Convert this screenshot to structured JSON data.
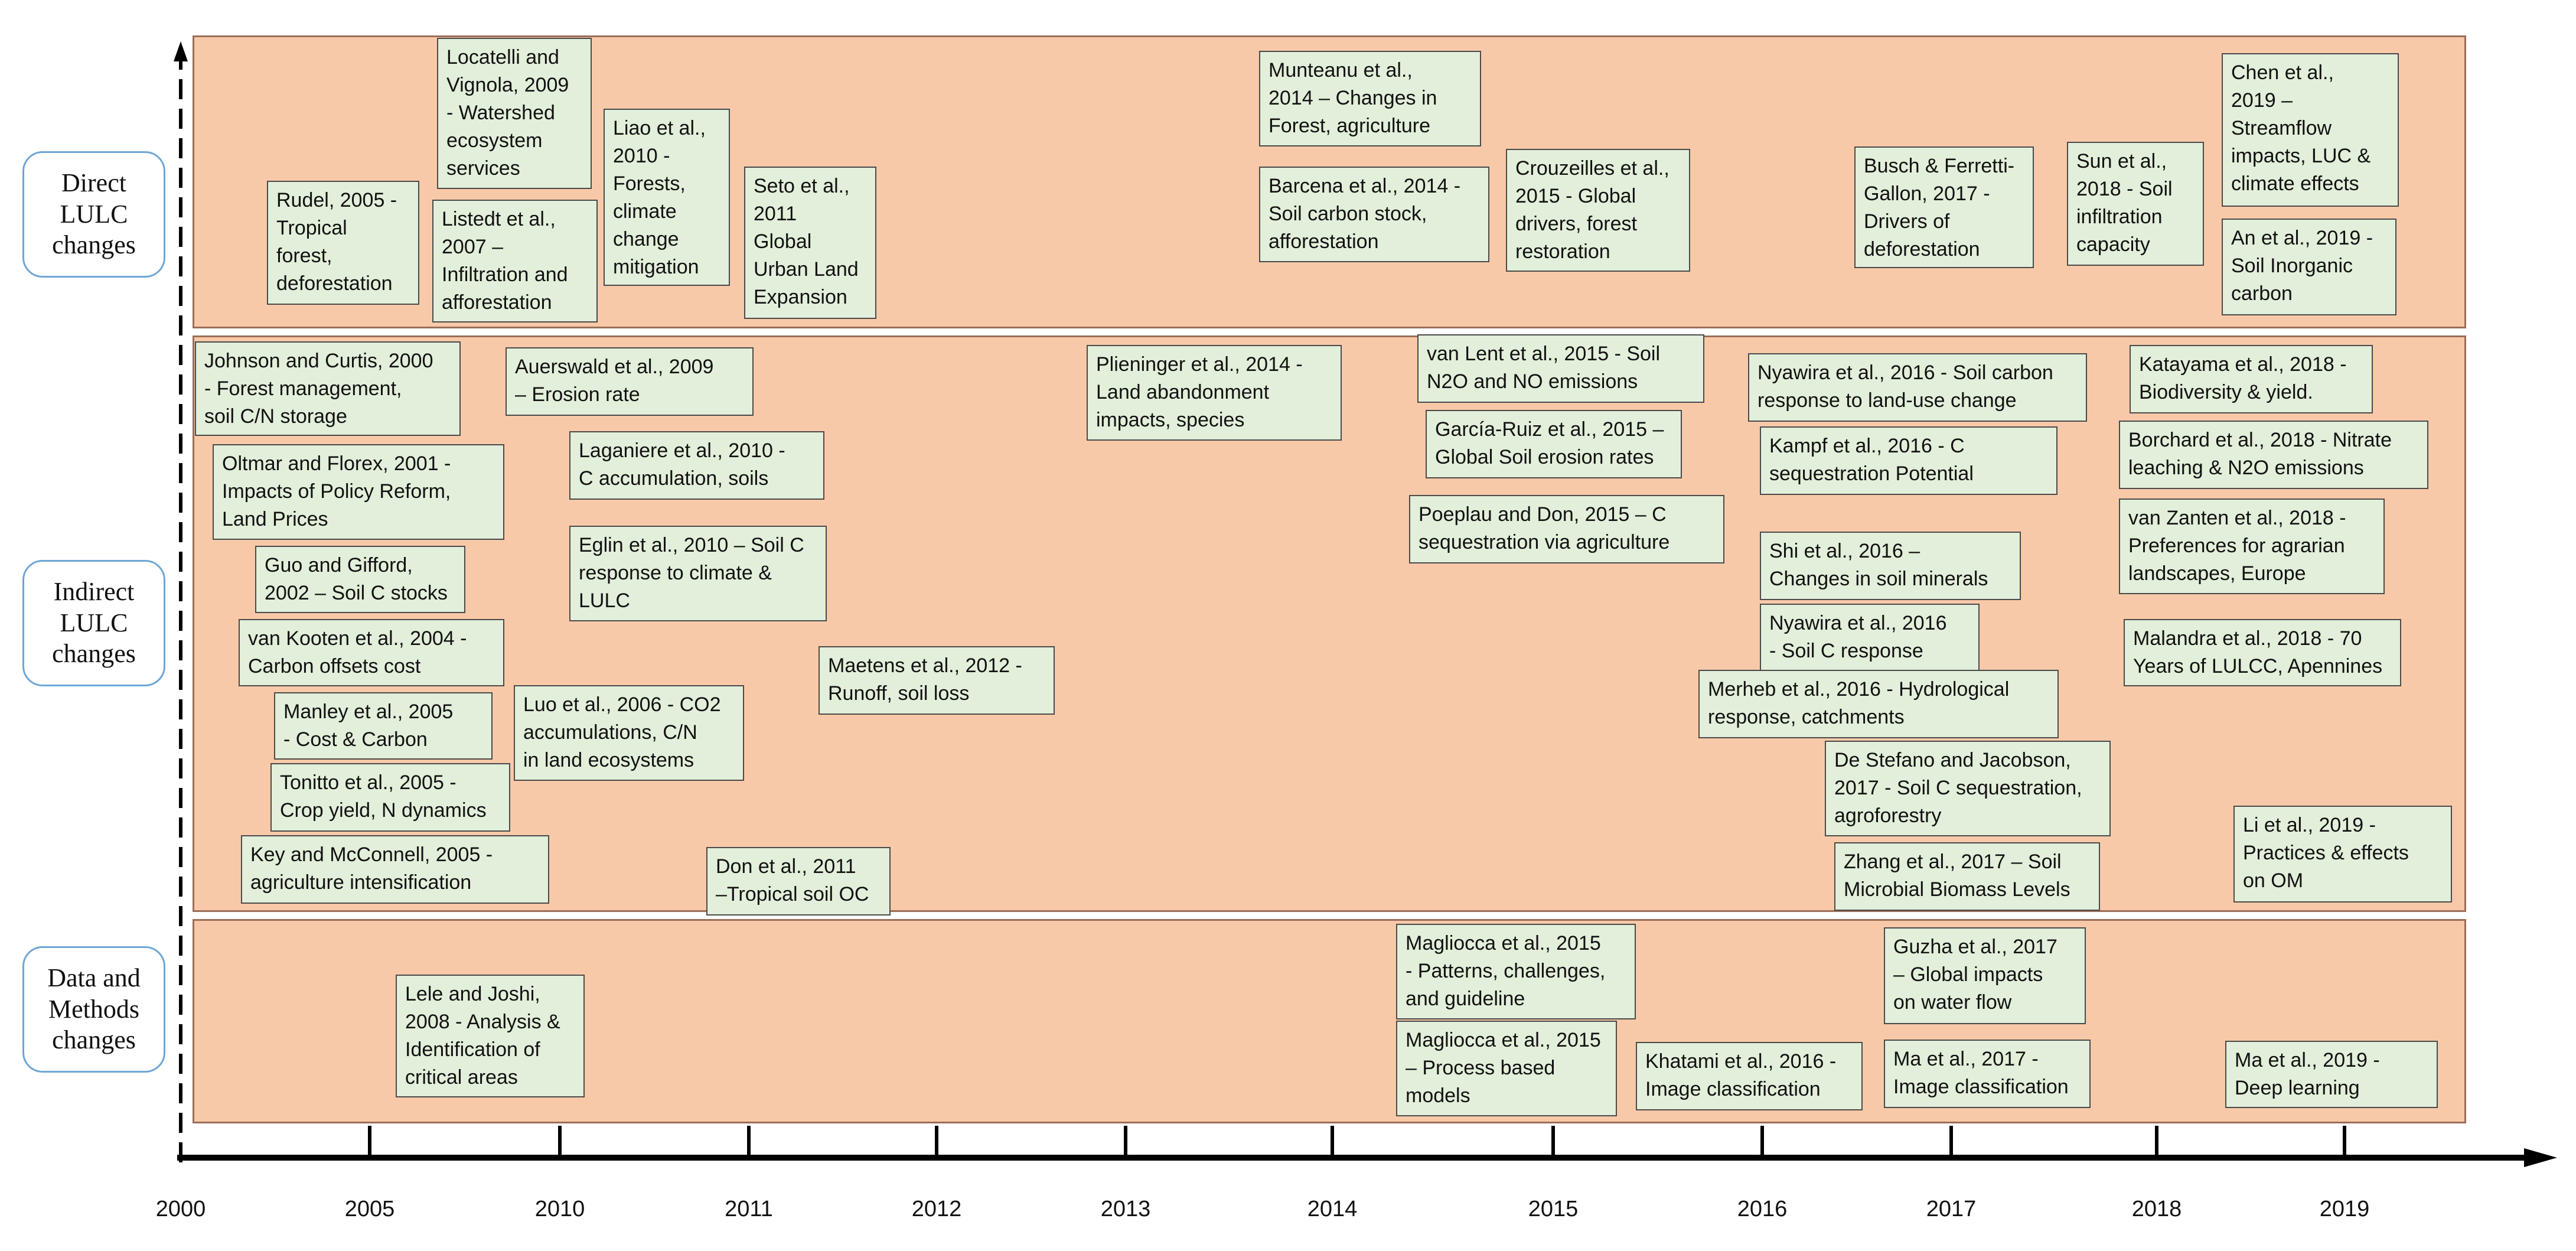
{
  "categories": [
    {
      "key": "direct",
      "label": "Direct\nLULC\nchanges"
    },
    {
      "key": "indirect",
      "label": "Indirect\nLULC\nchanges"
    },
    {
      "key": "methods",
      "label": "Data and\nMethods\nchanges"
    }
  ],
  "year_labels": [
    "2000",
    "2005",
    "2010",
    "2011",
    "2012",
    "2013",
    "2014",
    "2015",
    "2016",
    "2017",
    "2018",
    "2019"
  ],
  "direct": {
    "rudel": "Rudel, 2005 -\nTropical\nforest,\ndeforestation",
    "locatelli": "Locatelli and\nVignola, 2009\n- Watershed\necosystem\nservices",
    "listedt": "Listedt et al.,\n2007 –\nInfiltration and\nafforestation",
    "liao": "Liao et al.,\n2010 -\nForests,\nclimate\nchange\nmitigation",
    "seto": "Seto et al.,\n2011\nGlobal\nUrban Land\nExpansion",
    "munteanu": "Munteanu et al.,\n2014 – Changes in\nForest, agriculture",
    "barcena": "Barcena et al., 2014 -\nSoil carbon stock,\nafforestation",
    "crouzeilles": "Crouzeilles et al.,\n2015 - Global\ndrivers, forest\nrestoration",
    "busch": "Busch & Ferretti-\nGallon, 2017 -\nDrivers of\ndeforestation",
    "sun": "Sun et al.,\n2018 -  Soil\ninfiltration\ncapacity",
    "chen": "Chen et al.,\n2019 –\nStreamflow\nimpacts, LUC &\nclimate effects",
    "an": "An et al., 2019 -\nSoil Inorganic\ncarbon"
  },
  "indirect": {
    "johnson": "Johnson and Curtis, 2000\n- Forest management,\nsoil C/N storage",
    "oltmar": "Oltmar and Florex, 2001 -\nImpacts of Policy Reform,\nLand Prices",
    "guo": "Guo and Gifford,\n2002 – Soil C stocks",
    "vankooten": "van Kooten et al., 2004 -\nCarbon offsets cost",
    "manley": "Manley et al., 2005\n- Cost & Carbon",
    "tonitto": "Tonitto et al., 2005 -\nCrop yield, N dynamics",
    "key": "Key and McConnell, 2005 -\nagriculture intensification",
    "auerswald": "Auerswald et al., 2009\n– Erosion rate",
    "laganiere": "Laganiere et al., 2010 -\nC accumulation, soils",
    "eglin": "Eglin et al., 2010 – Soil C\nresponse to climate &\nLULC",
    "luo": "Luo et al., 2006 - CO2\naccumulations,  C/N\nin land ecosystems",
    "maetens": "Maetens et al., 2012 -\nRunoff, soil loss",
    "don": "Don et al., 2011\n–Tropical soil OC",
    "plieninger": "Plieninger et al., 2014 -\nLand abandonment\nimpacts, species",
    "vanlent": "van Lent et al., 2015 - Soil\nN2O and NO emissions",
    "garciaruiz": "García-Ruiz et al., 2015 –\nGlobal Soil erosion rates",
    "poeplau": "Poeplau and Don, 2015 – C\nsequestration via agriculture",
    "nyawira1": "Nyawira et al., 2016 - Soil carbon\nresponse to land-use change",
    "kampf": "Kampf et al., 2016 - C\nsequestration Potential",
    "shi": "Shi et al., 2016 –\nChanges in soil minerals",
    "nyawira2": "Nyawira et al., 2016\n- Soil C response",
    "merheb": "Merheb et al., 2016 - Hydrological\nresponse, catchments",
    "destefano": "De Stefano and Jacobson,\n2017 - Soil C sequestration,\nagroforestry",
    "zhang": "Zhang et al., 2017 – Soil\nMicrobial Biomass Levels",
    "katayama": "Katayama et al., 2018 -\nBiodiversity & yield.",
    "borchard": "Borchard et al., 2018 - Nitrate\nleaching & N2O emissions",
    "vanzanten": "van Zanten et al., 2018 -\nPreferences for agrarian\nlandscapes, Europe",
    "malandra": "Malandra et al., 2018 - 70\nYears of LULCC,  Apennines",
    "li": "Li et al., 2019 -\nPractices & effects\non OM"
  },
  "methods": {
    "lele": "Lele and Joshi,\n2008 - Analysis &\nIdentification of\ncritical areas",
    "magliocca1": "Magliocca et al., 2015\n- Patterns, challenges,\nand guideline",
    "magliocca2": "Magliocca et al., 2015\n– Process based\nmodels",
    "khatami": "Khatami et al., 2016 -\nImage classification",
    "guzha": "Guzha et al., 2017\n– Global impacts\non water flow",
    "ma2017": "Ma et al., 2017 -\nImage classification",
    "ma2019": "Ma et al., 2019 -\nDeep learning"
  }
}
